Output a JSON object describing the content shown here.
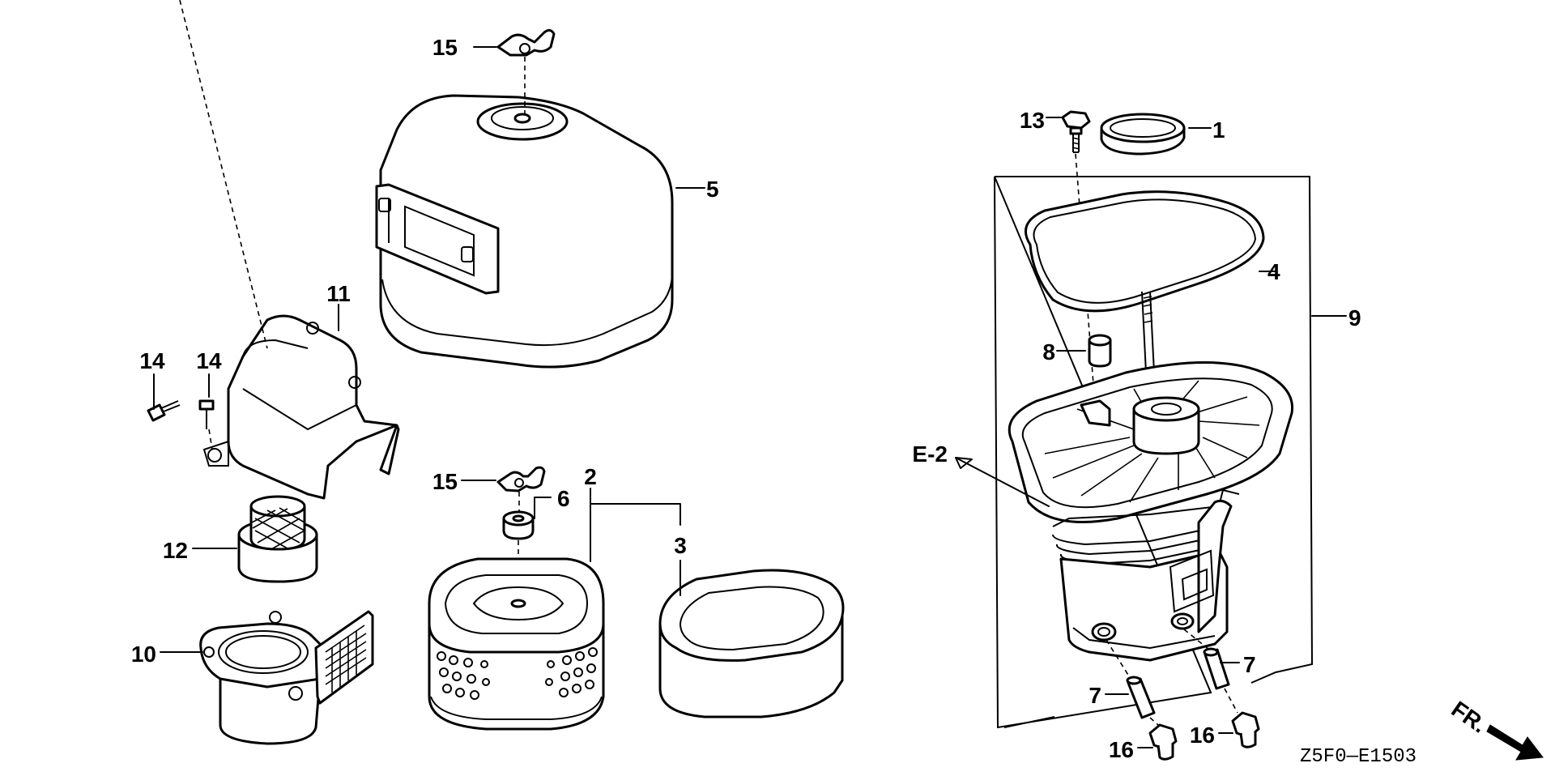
{
  "callouts": {
    "c1": "1",
    "c2": "2",
    "c3": "3",
    "c4": "4",
    "c5": "5",
    "c6": "6",
    "c7a": "7",
    "c7b": "7",
    "c8": "8",
    "c9": "9",
    "c10": "10",
    "c11": "11",
    "c12": "12",
    "c13": "13",
    "c14a": "14",
    "c14b": "14",
    "c15a": "15",
    "c15b": "15",
    "c16a": "16",
    "c16b": "16"
  },
  "ref": {
    "e2": "E-2"
  },
  "direction": {
    "fr": "FR."
  },
  "diagram_code": "Z5F0—E1503",
  "icons": {
    "front_arrow": "arrow-down-right-icon"
  }
}
